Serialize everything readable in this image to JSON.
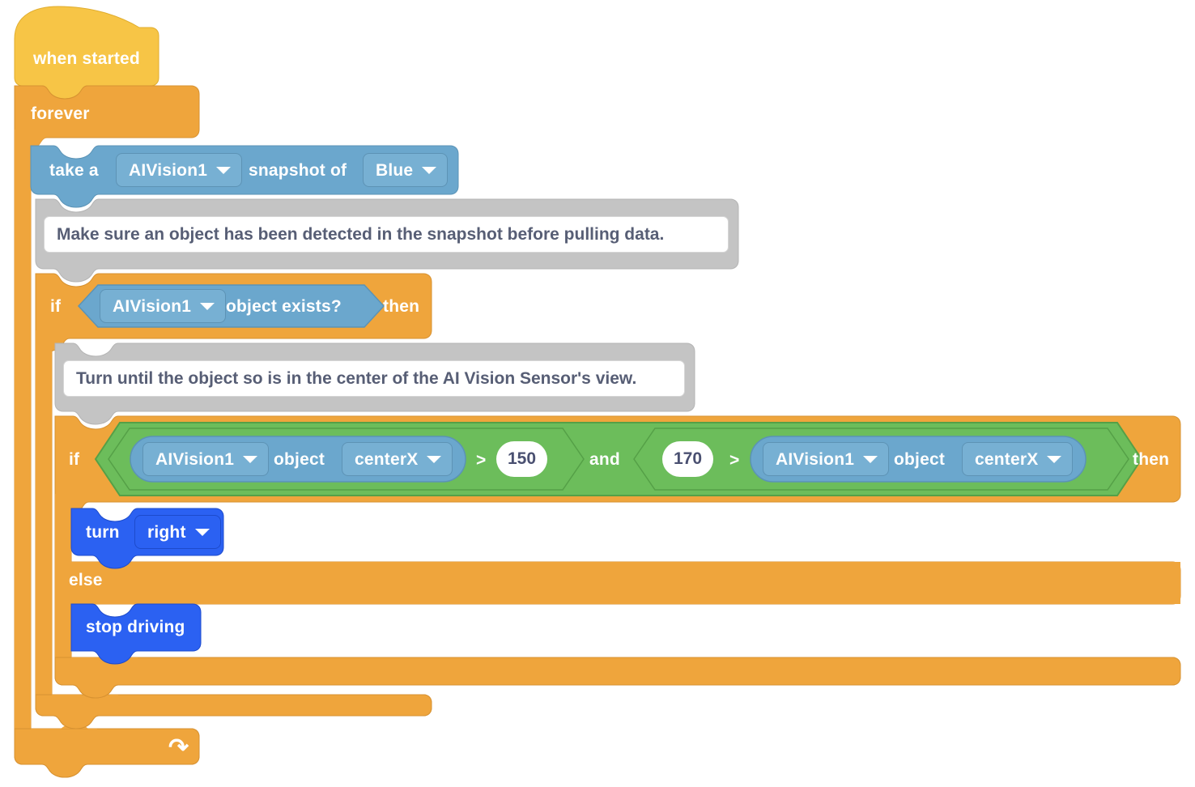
{
  "workspace": {
    "name": "vexcode-block-workspace",
    "background": "#ffffff",
    "palette": {
      "event_yellow": "#f7c546",
      "event_yellow_stroke": "#e0ad2e",
      "control_orange": "#efa53c",
      "control_orange_stroke": "#d79232",
      "sensing_blue": "#6ba7cd",
      "sensing_blue_stroke": "#5b93b6",
      "sensing_field": "#77b0d3",
      "operator_green": "#6cbd5b",
      "operator_green_stroke": "#55a047",
      "motion_blue": "#2b61f2",
      "motion_blue_stroke": "#1d4bcc",
      "comment_gray": "#c4c4c4",
      "comment_gray_stroke": "#b4b4b4",
      "comment_text": "#575e75",
      "value_white": "#ffffff",
      "label_white": "#ffffff"
    }
  },
  "blocks": {
    "when_started": {
      "label": "when started"
    },
    "forever": {
      "label": "forever",
      "loop_icon": "loop-arrow-icon"
    },
    "snapshot": {
      "prefix": "take a",
      "device": "AIVision1",
      "middle": "snapshot of",
      "signature": "Blue"
    },
    "comment_1": {
      "text": "Make sure an object has been detected in the snapshot before pulling data."
    },
    "if_exists": {
      "if": "if",
      "then": "then",
      "condition": {
        "device": "AIVision1",
        "label": "object exists?"
      }
    },
    "comment_2": {
      "text": "Turn until the object so is in the center of the AI Vision Sensor's view."
    },
    "if_else_center": {
      "if": "if",
      "then": "then",
      "else": "else",
      "operator": "and",
      "left": {
        "reporter": {
          "device": "AIVision1",
          "label": "object",
          "property": "centerX"
        },
        "comparison": ">",
        "value": "150"
      },
      "right": {
        "value": "170",
        "comparison": ">",
        "reporter": {
          "device": "AIVision1",
          "label": "object",
          "property": "centerX"
        }
      }
    },
    "turn": {
      "label": "turn",
      "direction": "right"
    },
    "stop_driving": {
      "label": "stop driving"
    }
  }
}
